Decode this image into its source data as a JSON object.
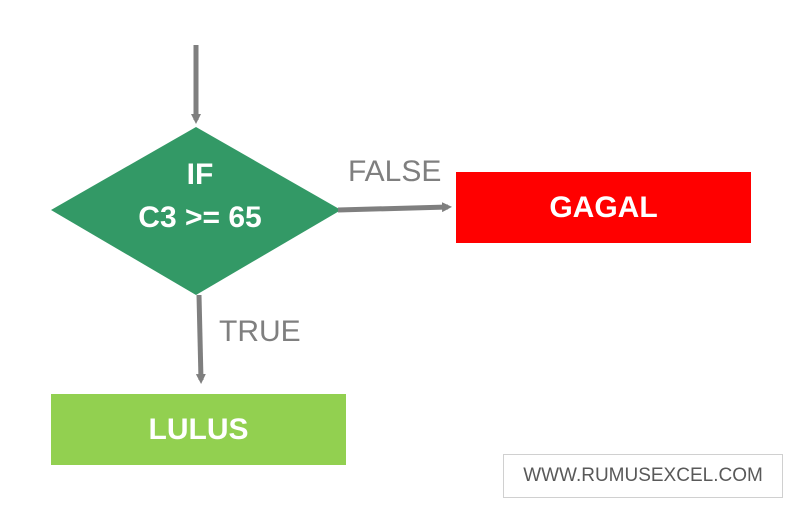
{
  "decision": {
    "title": "IF",
    "condition": "C3 >= 65",
    "color": "#339966"
  },
  "branches": {
    "false_label": "FALSE",
    "true_label": "TRUE",
    "label_color": "#7f7f7f"
  },
  "outcomes": {
    "fail": {
      "label": "GAGAL",
      "color": "#ff0000"
    },
    "pass": {
      "label": "LULUS",
      "color": "#92d050"
    }
  },
  "connector_color": "#7f7f7f",
  "watermark": "WWW.RUMUSEXCEL.COM"
}
